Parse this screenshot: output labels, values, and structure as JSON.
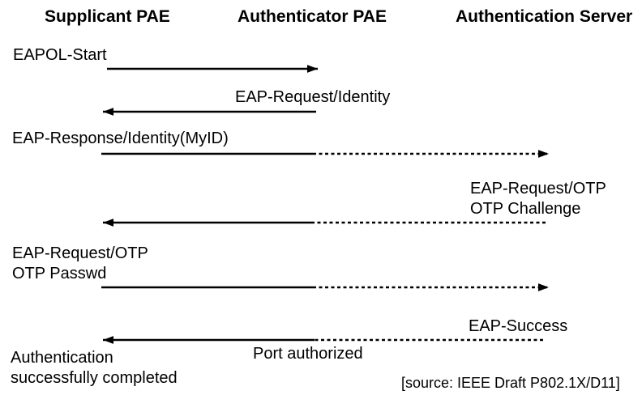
{
  "headers": {
    "supplicant": "Supplicant PAE",
    "authenticator": "Authenticator PAE",
    "auth_server": "Authentication Server"
  },
  "messages": {
    "eapol_start": "EAPOL-Start",
    "eap_request_identity": "EAP-Request/Identity",
    "eap_response_identity": "EAP-Response/Identity(MyID)",
    "otp_challenge_line1": "EAP-Request/OTP",
    "otp_challenge_line2": "OTP Challenge",
    "otp_passwd_line1": "EAP-Request/OTP",
    "otp_passwd_line2": "OTP Passwd",
    "eap_success": "EAP-Success",
    "port_authorized": "Port authorized"
  },
  "status": {
    "line1": "Authentication",
    "line2": "successfully completed"
  },
  "source_note": "[source: IEEE Draft P802.1X/D11]",
  "colors": {
    "text": "#000000",
    "line": "#000000",
    "background": "#ffffff"
  }
}
